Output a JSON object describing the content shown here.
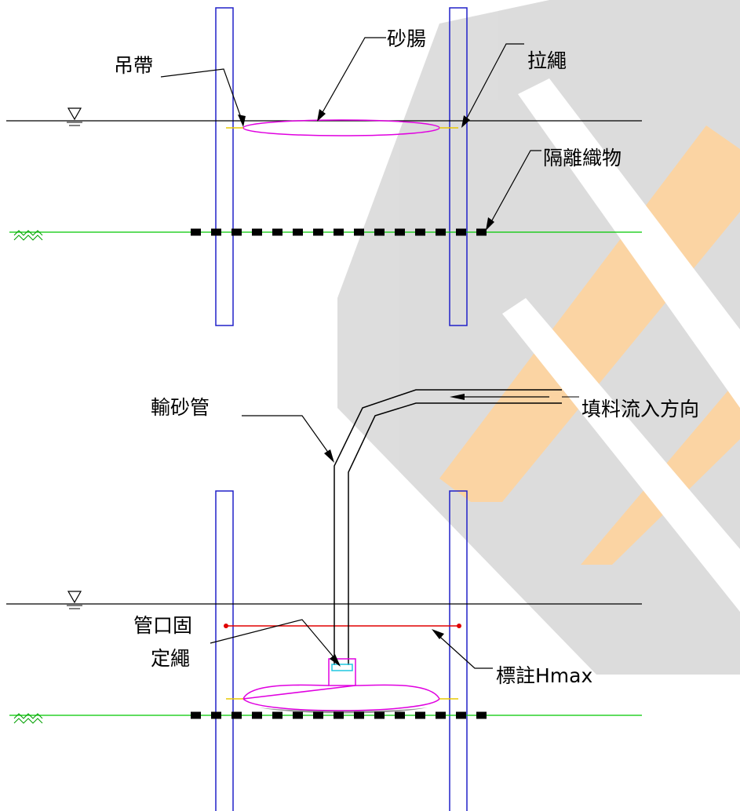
{
  "labels": {
    "hanging_strap": "吊帶",
    "sand_tube": "砂腸",
    "pull_rope": "拉繩",
    "separation_fabric": "隔離織物",
    "sand_pipe": "輸砂管",
    "fill_direction": "填料流入方向",
    "pipe_fix_rope_line1": "管口固",
    "pipe_fix_rope_line2": "定繩",
    "mark_hmax": "標註Hmax"
  },
  "colors": {
    "pile": "#2020c8",
    "water_line": "#000000",
    "ground_line": "#00c800",
    "sand_tube": "#e000e0",
    "fabric": "#000000",
    "rope": "#e8c800",
    "hmax_line": "#e00000",
    "pipe": "#000000",
    "watermark_orange": "#fbd09a",
    "watermark_gray": "#d9d9d9"
  },
  "icons": {
    "water_level": "water-level-triangle-icon",
    "ground_hatch": "ground-hatch-icon"
  }
}
